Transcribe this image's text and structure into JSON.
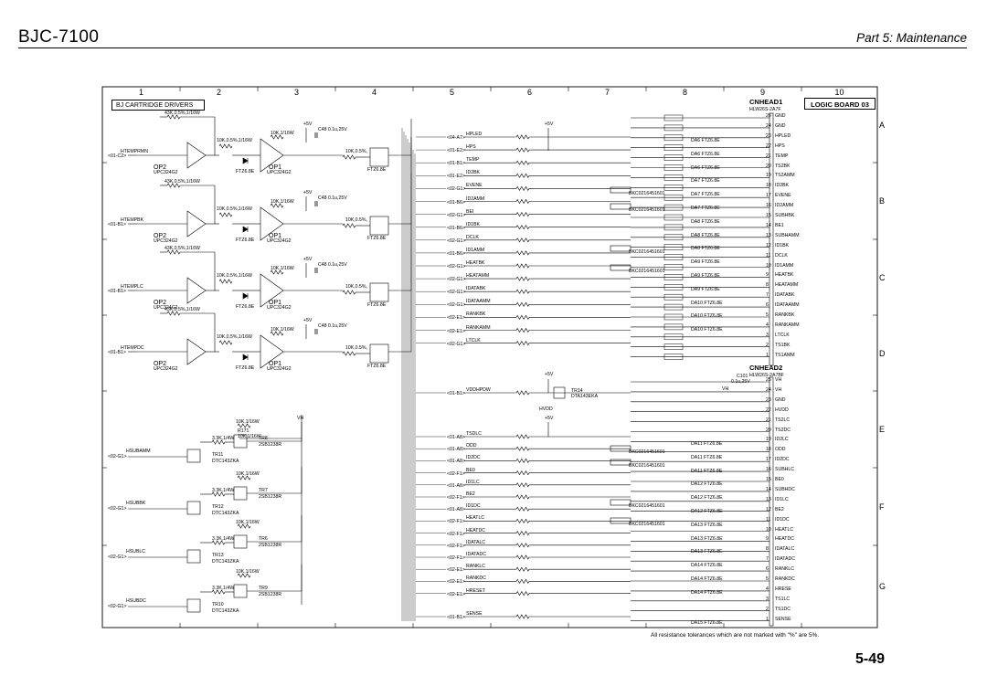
{
  "header": {
    "model": "BJC-7100",
    "section": "Part 5: Maintenance"
  },
  "page_number": "5-49",
  "footnote": "All resistance tolerances which are not marked with \"%\" are 5%.",
  "grid": {
    "columns": [
      "1",
      "2",
      "3",
      "4",
      "5",
      "6",
      "7",
      "8",
      "9",
      "10"
    ],
    "rows": [
      "A",
      "B",
      "C",
      "D",
      "E",
      "F",
      "G"
    ]
  },
  "blocks": {
    "drivers_title": "BJ CARTRIDGE DRIVERS",
    "board_title": "LOGIC BOARD 03",
    "connector1": "CNHEAD1",
    "connector1_part": "HLW26S-2A7F",
    "connector2": "CNHEAD2",
    "connector2_part": "HLW26S-2A7BF"
  },
  "opamps": [
    {
      "label": "OP2",
      "part": "UPC324G2",
      "input": "HTEMPRMN",
      "ref": "<01-C2>"
    },
    {
      "label": "OP2",
      "part": "UPC324G2",
      "input": "HTEMPBK",
      "ref": "<01-B1>"
    },
    {
      "label": "OP2",
      "part": "UPC324G2",
      "input": "HTEMPLC",
      "ref": "<01-B1>"
    },
    {
      "label": "OP2",
      "part": "UPC324G2",
      "input": "HTEMPDC",
      "ref": "<01-B1>"
    }
  ],
  "opamps2": [
    {
      "label": "OP1",
      "part": "UPC324G2"
    },
    {
      "label": "OP1",
      "part": "UPC324G2"
    },
    {
      "label": "OP1",
      "part": "UPC324G2"
    },
    {
      "label": "OP1",
      "part": "UPC324G2"
    }
  ],
  "transistors": [
    {
      "input": "HSUBAMM",
      "ref": "<02-G1>",
      "part": "TR11",
      "type": "DTC143ZKA",
      "out": "TR8",
      "out_type": "2SB1238R"
    },
    {
      "input": "HSUBBK",
      "ref": "<02-G1>",
      "part": "TR12",
      "type": "DTC143ZKA",
      "out": "TR7",
      "out_type": "2SB1238R"
    },
    {
      "input": "HSUBLC",
      "ref": "<02-G1>",
      "part": "TR13",
      "type": "DTC143ZKA",
      "out": "TR6",
      "out_type": "2SB1238R"
    },
    {
      "input": "HSUBDC",
      "ref": "<02-G1>",
      "part": "TR10",
      "type": "DTC143ZKA",
      "out": "TR9",
      "out_type": "2SB1238R"
    }
  ],
  "mid_signals": [
    {
      "ref": "<04-A7>",
      "name": "HPLED"
    },
    {
      "ref": "<01-E2>",
      "name": "HPS"
    },
    {
      "ref": "<01-B1>",
      "name": "TEMP"
    },
    {
      "ref": "<01-E2>",
      "name": "ID2BK"
    },
    {
      "ref": "<02-G1>",
      "name": "EVENE"
    },
    {
      "ref": "<01-B6>",
      "name": "ID2AMM"
    },
    {
      "ref": "<02-G1>",
      "name": "BEI"
    },
    {
      "ref": "<01-B6>",
      "name": "ID1BK"
    },
    {
      "ref": "<02-G1>",
      "name": "DCLK"
    },
    {
      "ref": "<01-B6>",
      "name": "ID1AMM"
    },
    {
      "ref": "<02-G1>",
      "name": "HEATBK"
    },
    {
      "ref": "<02-G1>",
      "name": "HEATAMM"
    },
    {
      "ref": "<02-G1>",
      "name": "IDATABK"
    },
    {
      "ref": "<02-G1>",
      "name": "IDATAAMM"
    },
    {
      "ref": "<02-E1>",
      "name": "RANKBK"
    },
    {
      "ref": "<02-E1>",
      "name": "RANKAMM"
    },
    {
      "ref": "<02-G1>",
      "name": "LTCLK"
    },
    {
      "ref": "<01-B1>",
      "name": "VDDHPDW"
    },
    {
      "ref": "<01-A8>",
      "name": "TSDLC"
    },
    {
      "ref": "<01-A8>",
      "name": "ODD"
    },
    {
      "ref": "<01-A8>",
      "name": "ID2DC"
    },
    {
      "ref": "<02-F1>",
      "name": "BE0"
    },
    {
      "ref": "<01-A8>",
      "name": "ID1LC"
    },
    {
      "ref": "<02-F1>",
      "name": "BE2"
    },
    {
      "ref": "<01-A8>",
      "name": "ID1DC"
    },
    {
      "ref": "<02-F1>",
      "name": "HEATLC"
    },
    {
      "ref": "<02-F1>",
      "name": "HEATDC"
    },
    {
      "ref": "<02-F1>",
      "name": "IDATALC"
    },
    {
      "ref": "<02-F1>",
      "name": "IDATADC"
    },
    {
      "ref": "<02-E1>",
      "name": "RANKLC"
    },
    {
      "ref": "<02-E1>",
      "name": "RANKDC"
    },
    {
      "ref": "<02-E1>",
      "name": "HRESET"
    },
    {
      "ref": "<01-B1>",
      "name": "SENSE"
    }
  ],
  "pins1": [
    {
      "n": "26",
      "name": "GND"
    },
    {
      "n": "24",
      "name": "GND"
    },
    {
      "n": "23",
      "name": "HPLED"
    },
    {
      "n": "22",
      "name": "HPS"
    },
    {
      "n": "21",
      "name": "TEMP"
    },
    {
      "n": "20",
      "name": "TS2BK"
    },
    {
      "n": "19",
      "name": "TS2AMM"
    },
    {
      "n": "18",
      "name": "ID2BK"
    },
    {
      "n": "17",
      "name": "EVENE"
    },
    {
      "n": "16",
      "name": "ID2AMM"
    },
    {
      "n": "15",
      "name": "SUBHBK"
    },
    {
      "n": "14",
      "name": "BE1"
    },
    {
      "n": "13",
      "name": "SUBHAMM"
    },
    {
      "n": "12",
      "name": "ID1BK"
    },
    {
      "n": "11",
      "name": "DCLK"
    },
    {
      "n": "10",
      "name": "ID1AMM"
    },
    {
      "n": "9",
      "name": "HEATBK"
    },
    {
      "n": "8",
      "name": "HEATAMM"
    },
    {
      "n": "7",
      "name": "IDATABK"
    },
    {
      "n": "6",
      "name": "IDATAAMM"
    },
    {
      "n": "5",
      "name": "RANKBK"
    },
    {
      "n": "4",
      "name": "RANKAMM"
    },
    {
      "n": "3",
      "name": "LTCLK"
    },
    {
      "n": "2",
      "name": "TS1BK"
    },
    {
      "n": "1",
      "name": "TS1AMM"
    }
  ],
  "pins2": [
    {
      "n": "25",
      "name": "VH"
    },
    {
      "n": "24",
      "name": "VH"
    },
    {
      "n": "23",
      "name": "GND"
    },
    {
      "n": "22",
      "name": "HVDD"
    },
    {
      "n": "21",
      "name": "TS2LC"
    },
    {
      "n": "20",
      "name": "TS2DC"
    },
    {
      "n": "19",
      "name": "ID2LC"
    },
    {
      "n": "18",
      "name": "ODD"
    },
    {
      "n": "17",
      "name": "ID2DC"
    },
    {
      "n": "16",
      "name": "SUBHLC"
    },
    {
      "n": "15",
      "name": "BE0"
    },
    {
      "n": "14",
      "name": "SUBHDC"
    },
    {
      "n": "13",
      "name": "ID1LC"
    },
    {
      "n": "12",
      "name": "BE2"
    },
    {
      "n": "11",
      "name": "ID1DC"
    },
    {
      "n": "10",
      "name": "HEATLC"
    },
    {
      "n": "9",
      "name": "HEATDC"
    },
    {
      "n": "8",
      "name": "IDATALC"
    },
    {
      "n": "7",
      "name": "IDATADC"
    },
    {
      "n": "6",
      "name": "RANKLC"
    },
    {
      "n": "5",
      "name": "RANKDC"
    },
    {
      "n": "4",
      "name": "HRESE"
    },
    {
      "n": "3",
      "name": "TS1LC"
    },
    {
      "n": "2",
      "name": "TS1DC"
    },
    {
      "n": "1",
      "name": "SENSE"
    }
  ],
  "diodes": [
    "DA6 FTZ6.8E",
    "DA6 FTZ6.8E",
    "DA6 FTZ6.8E",
    "DA7 FTZ6.8E",
    "DA7 FTZ6.8E",
    "DA7 FTZ6.8E",
    "DA8 FTZ6.8E",
    "DA8 FTZ6.8E",
    "DA8 FTZ6.8E",
    "DA9 FTZ6.8E",
    "DA9 FTZ6.8E",
    "DA9 FTZ6.8E",
    "DA10 FTZ6.8E",
    "DA10 FTZ6.8E",
    "DA10 FTZ6.8E",
    "DA11 FTZ6.8E",
    "DA11 FTZ6.8E",
    "DA11 FTZ6.8E",
    "DA12 FTZ6.8E",
    "DA12 FTZ6.8E",
    "DA12 FTZ6.8E",
    "DA13 FTZ6.8E",
    "DA13 FTZ6.8E",
    "DA13 FTZ6.8E",
    "DA14 FTZ6.8E",
    "DA14 FTZ6.8E",
    "DA14 FTZ6.8E",
    "DA15 FTZ6.8E"
  ],
  "filters": [
    "BKC0216451601",
    "BKC0216451601",
    "BKC0216451601",
    "BKC0216451601",
    "BKC0216451601",
    "BKC0216451601"
  ]
}
